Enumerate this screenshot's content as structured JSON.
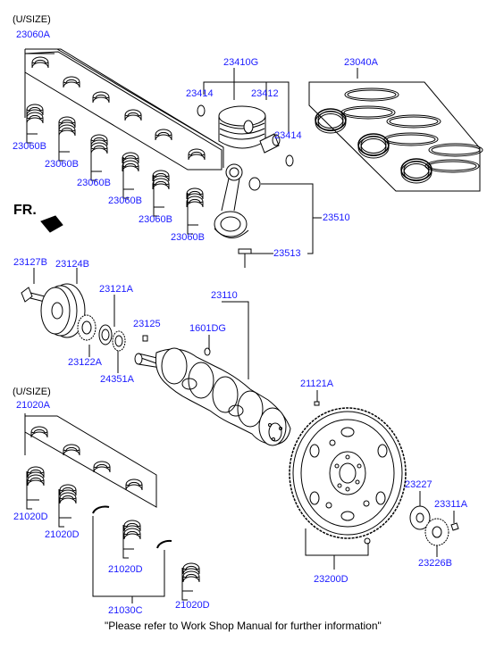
{
  "colors": {
    "part_label": "#1a1aff",
    "line": "#000000"
  },
  "upper": {
    "usize": "(U/SIZE)",
    "bearing_set_top": "23060A",
    "bearing_b": [
      "23060B",
      "23060B",
      "23060B",
      "23060B",
      "23060B",
      "23060B"
    ],
    "piston_assy": "23410G",
    "ring_set": "23040A",
    "snap_ring_left": "23414",
    "pin": "23412",
    "snap_ring_right": "23414",
    "fr_label": "FR.",
    "conrod_assy": "23510",
    "conrod_bolt": "23513"
  },
  "middle": {
    "pulley_bolt": "23127B",
    "damper_pulley": "23124B",
    "sprocket_key": "23121A",
    "sprocket": "23122A",
    "key": "23125",
    "crankshaft": "23110",
    "dowel": "1601DG",
    "ring_gear_disc": "24351A",
    "flywheel_pin": "21121A"
  },
  "lower": {
    "usize": "(U/SIZE)",
    "main_bearing_set": "21020A",
    "main_bearing_d": [
      "21020D",
      "21020D",
      "21020D",
      "21020D"
    ],
    "thrust_washer": "21030C",
    "drive_plate": "23200D",
    "adapter_plate": "23227",
    "plate_bolt": "23311A",
    "spacer": "23226B"
  },
  "footer": "\"Please refer to Work Shop Manual for further information\""
}
